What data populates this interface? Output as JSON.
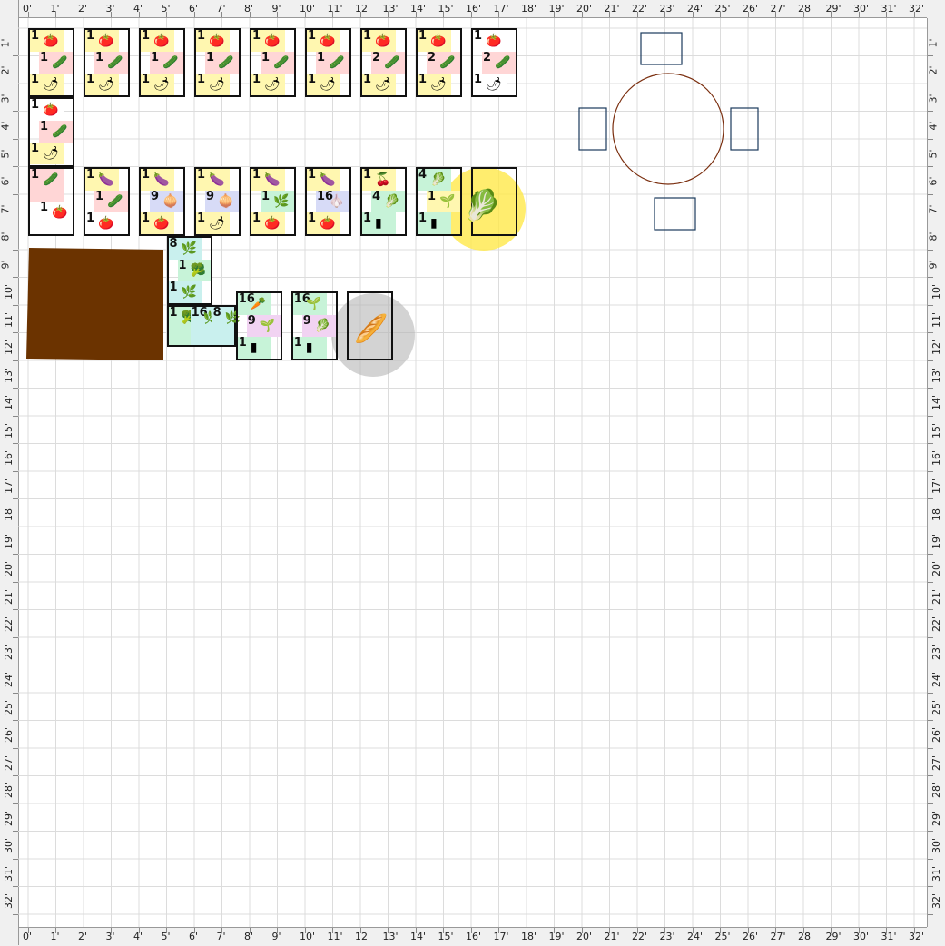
{
  "rulers": {
    "feet": [
      "0'",
      "1'",
      "2'",
      "3'",
      "4'",
      "5'",
      "6'",
      "7'",
      "8'",
      "9'",
      "10'",
      "11'",
      "12'",
      "13'",
      "14'",
      "15'",
      "16'",
      "17'",
      "18'",
      "19'",
      "20'",
      "21'",
      "22'",
      "23'",
      "24'",
      "25'",
      "26'",
      "27'",
      "28'",
      "29'",
      "30'",
      "31'",
      "32'"
    ],
    "left_feet": [
      "1'",
      "2'",
      "3'",
      "4'",
      "5'",
      "6'",
      "7'",
      "8'",
      "9'",
      "10'",
      "11'",
      "12'",
      "13'",
      "14'",
      "15'",
      "16'",
      "17'",
      "18'",
      "19'",
      "20'",
      "21'",
      "22'",
      "23'",
      "24'",
      "25'",
      "26'",
      "27'",
      "28'",
      "29'",
      "30'",
      "31'",
      "32'"
    ]
  },
  "colors": {
    "grid_line": "#dcdcdc",
    "bed_border": "#111111",
    "soil": "#6b3300",
    "table": "#7a2e0e",
    "chair": "#1a3a5c",
    "sun_spot": "#ffe94a",
    "shade_spot": "#b5b5b5"
  },
  "beds": [
    {
      "name": "bed-row1-1",
      "cells": [
        {
          "count": "1",
          "icon": "tomato-icon",
          "glyph": "🍅",
          "color": "c-yellow"
        },
        {
          "count": "1",
          "icon": "squash-icon",
          "glyph": "🥒",
          "color": "c-pink"
        },
        {
          "count": "1",
          "icon": "pepper-icon",
          "glyph": "🌶",
          "color": "c-yellow"
        }
      ]
    },
    {
      "name": "bed-row1-2",
      "cells": [
        {
          "count": "1",
          "icon": "tomato-icon",
          "glyph": "🍅",
          "color": "c-yellow"
        },
        {
          "count": "1",
          "icon": "zucchini-icon",
          "glyph": "🥒",
          "color": "c-pink"
        },
        {
          "count": "1",
          "icon": "pepper-icon",
          "glyph": "🌶",
          "color": "c-yellow"
        }
      ]
    },
    {
      "name": "bed-row1-3",
      "cells": [
        {
          "count": "1",
          "icon": "tomato-icon",
          "glyph": "🍅",
          "color": "c-yellow"
        },
        {
          "count": "1",
          "icon": "squash-icon",
          "glyph": "🥒",
          "color": "c-pink"
        },
        {
          "count": "1",
          "icon": "pepper-icon",
          "glyph": "🌶",
          "color": "c-yellow"
        }
      ]
    },
    {
      "name": "bed-row1-4",
      "cells": [
        {
          "count": "1",
          "icon": "tomato-icon",
          "glyph": "🍅",
          "color": "c-yellow"
        },
        {
          "count": "1",
          "icon": "zucchini-icon",
          "glyph": "🥒",
          "color": "c-pink"
        },
        {
          "count": "1",
          "icon": "pepper-icon",
          "glyph": "🌶",
          "color": "c-yellow"
        }
      ]
    },
    {
      "name": "bed-row1-5",
      "cells": [
        {
          "count": "1",
          "icon": "tomato-icon",
          "glyph": "🍅",
          "color": "c-yellow"
        },
        {
          "count": "1",
          "icon": "zucchini-icon",
          "glyph": "🥒",
          "color": "c-pink"
        },
        {
          "count": "1",
          "icon": "pepper-icon",
          "glyph": "🌶",
          "color": "c-yellow"
        }
      ]
    },
    {
      "name": "bed-row1-6",
      "cells": [
        {
          "count": "1",
          "icon": "tomato-icon",
          "glyph": "🍅",
          "color": "c-yellow"
        },
        {
          "count": "1",
          "icon": "zucchini-icon",
          "glyph": "🥒",
          "color": "c-pink"
        },
        {
          "count": "1",
          "icon": "pepper-icon",
          "glyph": "🌶",
          "color": "c-yellow"
        }
      ]
    },
    {
      "name": "bed-row1-7",
      "cells": [
        {
          "count": "1",
          "icon": "tomato-icon",
          "glyph": "🍅",
          "color": "c-yellow"
        },
        {
          "count": "2",
          "icon": "cucumber-icon",
          "glyph": "🥒",
          "color": "c-pink"
        },
        {
          "count": "1",
          "icon": "pepper-icon",
          "glyph": "🌶",
          "color": "c-yellow"
        }
      ]
    },
    {
      "name": "bed-row1-8",
      "cells": [
        {
          "count": "1",
          "icon": "tomato-icon",
          "glyph": "🍅",
          "color": "c-yellow"
        },
        {
          "count": "2",
          "icon": "cucumber-icon",
          "glyph": "🥒",
          "color": "c-pink"
        },
        {
          "count": "1",
          "icon": "pepper-icon",
          "glyph": "🌶",
          "color": "c-yellow"
        }
      ]
    },
    {
      "name": "bed-row1-9",
      "cells": [
        {
          "count": "1",
          "icon": "tomato-icon",
          "glyph": "🍅",
          "color": "c-white"
        },
        {
          "count": "2",
          "icon": "cucumber-icon",
          "glyph": "🥒",
          "color": "c-pink"
        },
        {
          "count": "1",
          "icon": "pepper-icon",
          "glyph": "🌶",
          "color": "c-white"
        }
      ]
    },
    {
      "name": "bed-col-left",
      "cells": [
        {
          "count": "1",
          "icon": "tomato-icon",
          "glyph": "🍅",
          "color": "c-white"
        },
        {
          "count": "1",
          "icon": "squash-icon",
          "glyph": "🥒",
          "color": "c-pink"
        },
        {
          "count": "1",
          "icon": "pepper-icon",
          "glyph": "🌶",
          "color": "c-yellow"
        }
      ]
    },
    {
      "name": "bed-row2-1",
      "cells": [
        {
          "count": "1",
          "icon": "squash-icon",
          "glyph": "🥒",
          "color": "c-pink"
        },
        {
          "count": "1",
          "icon": "tomato-icon",
          "glyph": "🍅",
          "color": "c-white"
        }
      ]
    },
    {
      "name": "bed-row2-2",
      "cells": [
        {
          "count": "1",
          "icon": "eggplant-icon",
          "glyph": "🍆",
          "color": "c-yellow"
        },
        {
          "count": "1",
          "icon": "squash-icon",
          "glyph": "🥒",
          "color": "c-pink"
        },
        {
          "count": "1",
          "icon": "tomato-icon",
          "glyph": "🍅",
          "color": "c-white"
        }
      ]
    },
    {
      "name": "bed-row2-3",
      "cells": [
        {
          "count": "1",
          "icon": "eggplant-icon",
          "glyph": "🍆",
          "color": "c-yellow"
        },
        {
          "count": "9",
          "icon": "onion-icon",
          "glyph": "🧅",
          "color": "c-blue"
        },
        {
          "count": "1",
          "icon": "tomato-icon",
          "glyph": "🍅",
          "color": "c-yellow"
        }
      ]
    },
    {
      "name": "bed-row2-4",
      "cells": [
        {
          "count": "1",
          "icon": "eggplant-icon",
          "glyph": "🍆",
          "color": "c-yellow"
        },
        {
          "count": "9",
          "icon": "onion-icon",
          "glyph": "🧅",
          "color": "c-blue"
        },
        {
          "count": "1",
          "icon": "pepper-icon",
          "glyph": "🌶",
          "color": "c-yellow"
        }
      ]
    },
    {
      "name": "bed-row2-5",
      "cells": [
        {
          "count": "1",
          "icon": "eggplant-icon",
          "glyph": "🍆",
          "color": "c-yellow"
        },
        {
          "count": "1",
          "icon": "herb-icon",
          "glyph": "🌿",
          "color": "c-green"
        },
        {
          "count": "1",
          "icon": "tomato-icon",
          "glyph": "🍅",
          "color": "c-yellow"
        }
      ]
    },
    {
      "name": "bed-row2-6",
      "cells": [
        {
          "count": "1",
          "icon": "eggplant-icon",
          "glyph": "🍆",
          "color": "c-yellow"
        },
        {
          "count": "16",
          "icon": "garlic-icon",
          "glyph": "🧄",
          "color": "c-blue"
        },
        {
          "count": "1",
          "icon": "tomato-icon",
          "glyph": "🍅",
          "color": "c-yellow"
        }
      ]
    },
    {
      "name": "bed-row2-7",
      "cells": [
        {
          "count": "1",
          "icon": "cherry-tomato-icon",
          "glyph": "🍒",
          "color": "c-yellow"
        },
        {
          "count": "4",
          "icon": "spinach-icon",
          "glyph": "🥬",
          "color": "c-green"
        },
        {
          "count": "1",
          "icon": "label-marker-icon",
          "glyph": "▮",
          "color": "c-green"
        }
      ]
    },
    {
      "name": "bed-row2-8",
      "cells": [
        {
          "count": "4",
          "icon": "lettuce-icon",
          "glyph": "🥬",
          "color": "c-green"
        },
        {
          "count": "1",
          "icon": "fennel-icon",
          "glyph": "🌱",
          "color": "c-yellow"
        },
        {
          "count": "1",
          "icon": "label-marker-icon",
          "glyph": "▮",
          "color": "c-green"
        }
      ]
    },
    {
      "name": "bed-row2-9-sun",
      "cells": []
    },
    {
      "name": "bed-broccoli",
      "cells": [
        {
          "count": "8",
          "icon": "chive-icon",
          "glyph": "🌿",
          "color": "c-cyan"
        },
        {
          "count": "1",
          "icon": "broccoli-icon",
          "glyph": "🥦",
          "color": "c-green"
        },
        {
          "count": "1",
          "icon": "herb-icon",
          "glyph": "🌿",
          "color": "c-cyan"
        }
      ]
    },
    {
      "name": "bed-broccoli-low",
      "cells": [
        {
          "count": "1",
          "icon": "broccoli-icon",
          "glyph": "🥦",
          "color": "c-green"
        },
        {
          "count": "16",
          "icon": "chive-icon",
          "glyph": "🌿",
          "color": "c-cyan"
        },
        {
          "count": "8",
          "icon": "herb-icon",
          "glyph": "🌿",
          "color": "c-cyan"
        }
      ]
    },
    {
      "name": "bed-row3-1",
      "cells": [
        {
          "count": "16",
          "icon": "carrot-icon",
          "glyph": "🥕",
          "color": "c-green"
        },
        {
          "count": "9",
          "icon": "beet-icon",
          "glyph": "🌱",
          "color": "c-lilac"
        },
        {
          "count": "1",
          "icon": "label-marker-icon",
          "glyph": "▮",
          "color": "c-green"
        }
      ]
    },
    {
      "name": "bed-row3-2",
      "cells": [
        {
          "count": "16",
          "icon": "leek-icon",
          "glyph": "🌱",
          "color": "c-green"
        },
        {
          "count": "9",
          "icon": "kale-icon",
          "glyph": "🥬",
          "color": "c-lilac"
        },
        {
          "count": "1",
          "icon": "label-marker-icon",
          "glyph": "▮",
          "color": "c-green"
        }
      ]
    },
    {
      "name": "bed-row3-3-shade",
      "cells": []
    }
  ]
}
